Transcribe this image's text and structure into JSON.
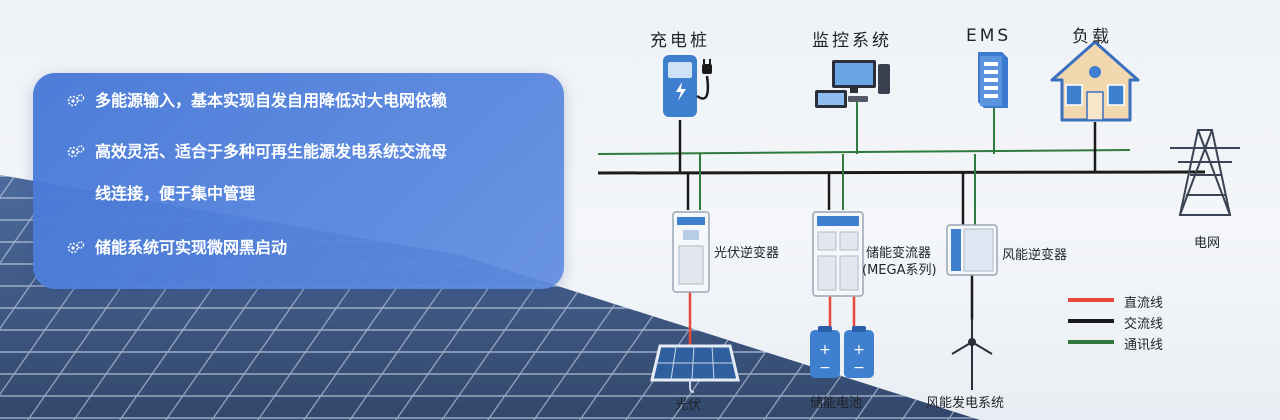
{
  "features": [
    {
      "line1": "多能源输入，基本实现自发自用降低对大电网依赖",
      "line2": ""
    },
    {
      "line1": "高效灵活、适合于多种可再生能源发电系统交流母",
      "line2": "线连接，便于集中管理"
    },
    {
      "line1": "储能系统可实现微网黑启动",
      "line2": ""
    }
  ],
  "top_labels": {
    "charging_pile": "充电桩",
    "monitoring": "监控系统",
    "ems": "EMS",
    "load": "负载"
  },
  "devices": {
    "pv_inverter": "光伏逆变器",
    "storage_converter_l1": "储能变流器",
    "storage_converter_l2": "(MEGA系列)",
    "wind_inverter": "风能逆变器",
    "grid": "电网",
    "pv": "光伏",
    "battery": "储能电池",
    "wind_system": "风能发电系统"
  },
  "legend": [
    {
      "label": "直流线",
      "color": "#e8493a"
    },
    {
      "label": "交流线",
      "color": "#1b1b1b"
    },
    {
      "label": "通讯线",
      "color": "#2f7a3c"
    }
  ],
  "colors": {
    "panel": "#4a7ad8",
    "device_blue": "#3f7fd0",
    "dc_line": "#e8493a",
    "ac_line": "#1b1b1b",
    "comm_line": "#2f7a3c"
  }
}
